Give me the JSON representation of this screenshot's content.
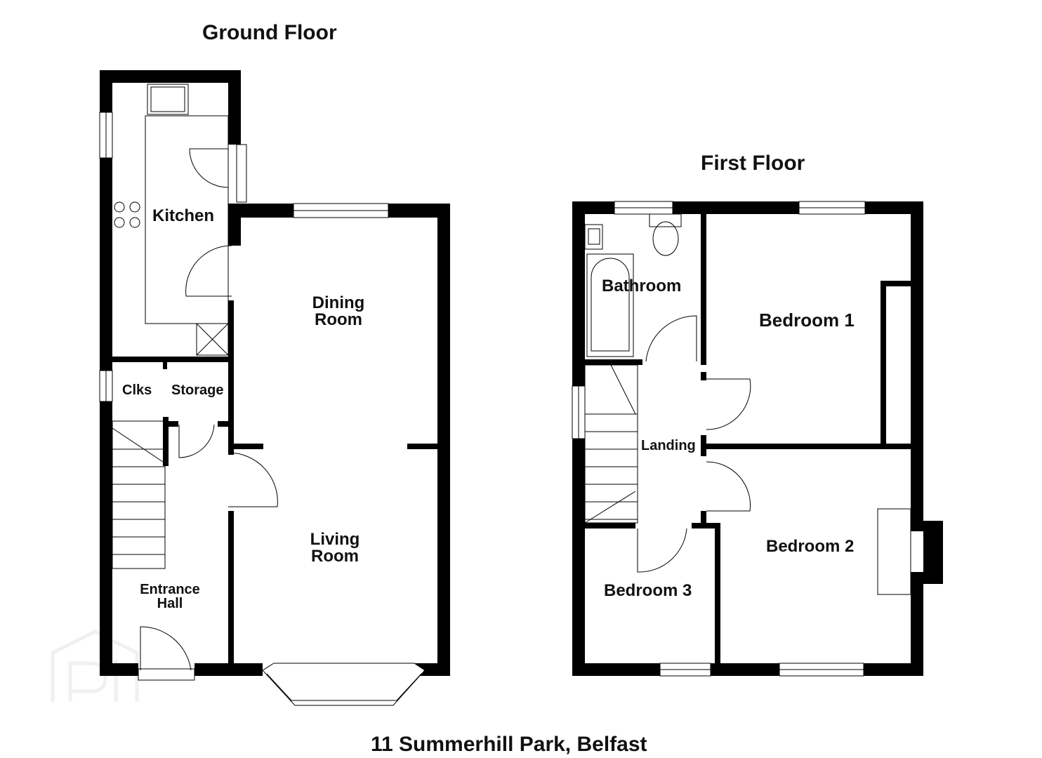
{
  "ground_floor": {
    "title": "Ground Floor",
    "rooms": {
      "kitchen": "Kitchen",
      "dining": [
        "Dining",
        "Room"
      ],
      "clks": "Clks",
      "storage": "Storage",
      "living": [
        "Living",
        "Room"
      ],
      "hall": [
        "Entrance",
        "Hall"
      ]
    }
  },
  "first_floor": {
    "title": "First Floor",
    "rooms": {
      "bathroom": "Bathroom",
      "bedroom1": "Bedroom 1",
      "landing": "Landing",
      "bedroom2": "Bedroom 2",
      "bedroom3": "Bedroom 3"
    }
  },
  "address": "11 Summerhill Park, Belfast",
  "watermark_icon": "property-logo-icon"
}
